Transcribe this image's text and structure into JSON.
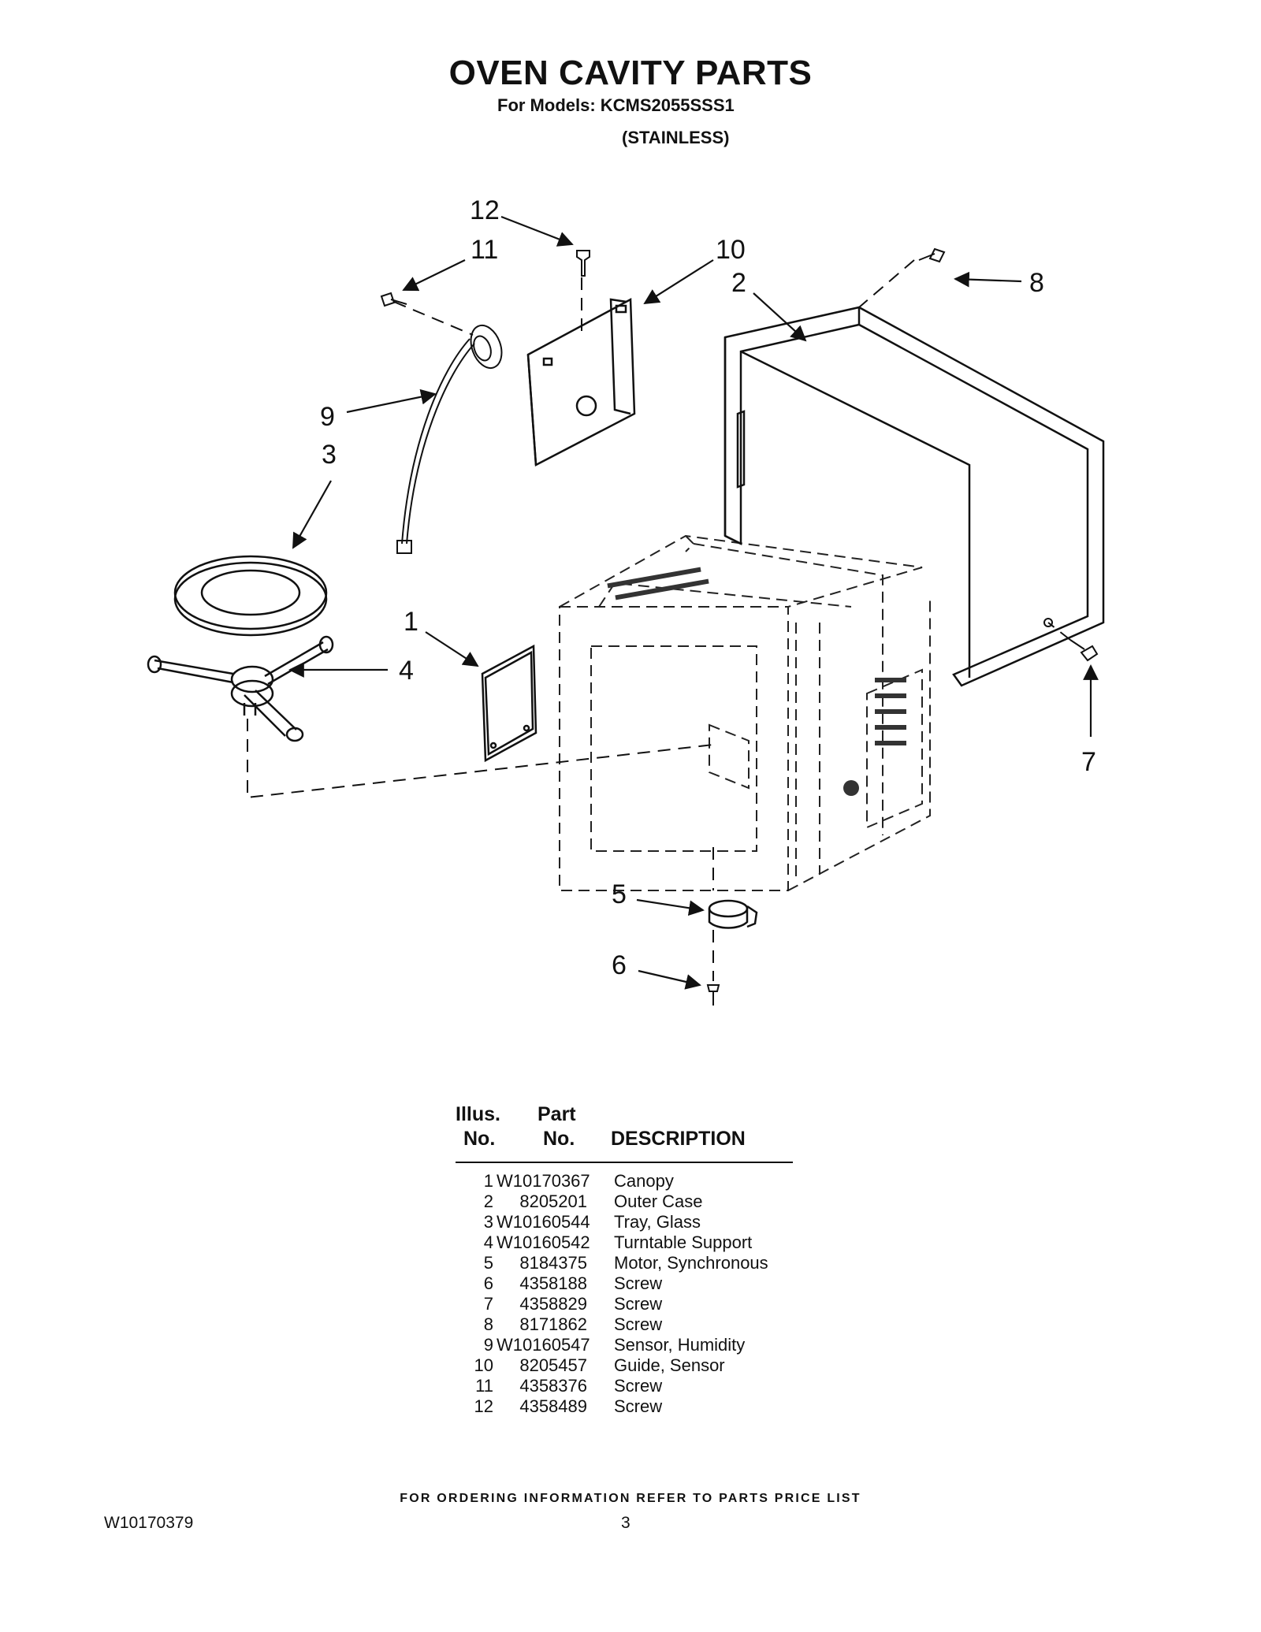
{
  "title": "OVEN CAVITY PARTS",
  "models_line": "For Models: KCMS2055SSS1",
  "finish_line": "(STAINLESS)",
  "callouts": [
    "12",
    "11",
    "10",
    "2",
    "8",
    "9",
    "3",
    "1",
    "4",
    "7",
    "5",
    "6"
  ],
  "table": {
    "header_no_top": "Illus.",
    "header_no_bottom": "No.",
    "header_part_top": "Part",
    "header_part_bottom": "No.",
    "header_desc": "DESCRIPTION",
    "rows": [
      {
        "no": "1",
        "part": "W10170367",
        "desc": "Canopy"
      },
      {
        "no": "2",
        "part": "8205201",
        "desc": "Outer Case"
      },
      {
        "no": "3",
        "part": "W10160544",
        "desc": "Tray, Glass"
      },
      {
        "no": "4",
        "part": "W10160542",
        "desc": "Turntable Support"
      },
      {
        "no": "5",
        "part": "8184375",
        "desc": "Motor, Synchronous"
      },
      {
        "no": "6",
        "part": "4358188",
        "desc": "Screw"
      },
      {
        "no": "7",
        "part": "4358829",
        "desc": "Screw"
      },
      {
        "no": "8",
        "part": "8171862",
        "desc": "Screw"
      },
      {
        "no": "9",
        "part": "W10160547",
        "desc": "Sensor, Humidity"
      },
      {
        "no": "10",
        "part": "8205457",
        "desc": "Guide, Sensor"
      },
      {
        "no": "11",
        "part": "4358376",
        "desc": "Screw"
      },
      {
        "no": "12",
        "part": "4358489",
        "desc": "Screw"
      }
    ]
  },
  "ordering_note": "FOR ORDERING INFORMATION REFER TO PARTS PRICE LIST",
  "doc_number": "W10170379",
  "page_number": "3"
}
